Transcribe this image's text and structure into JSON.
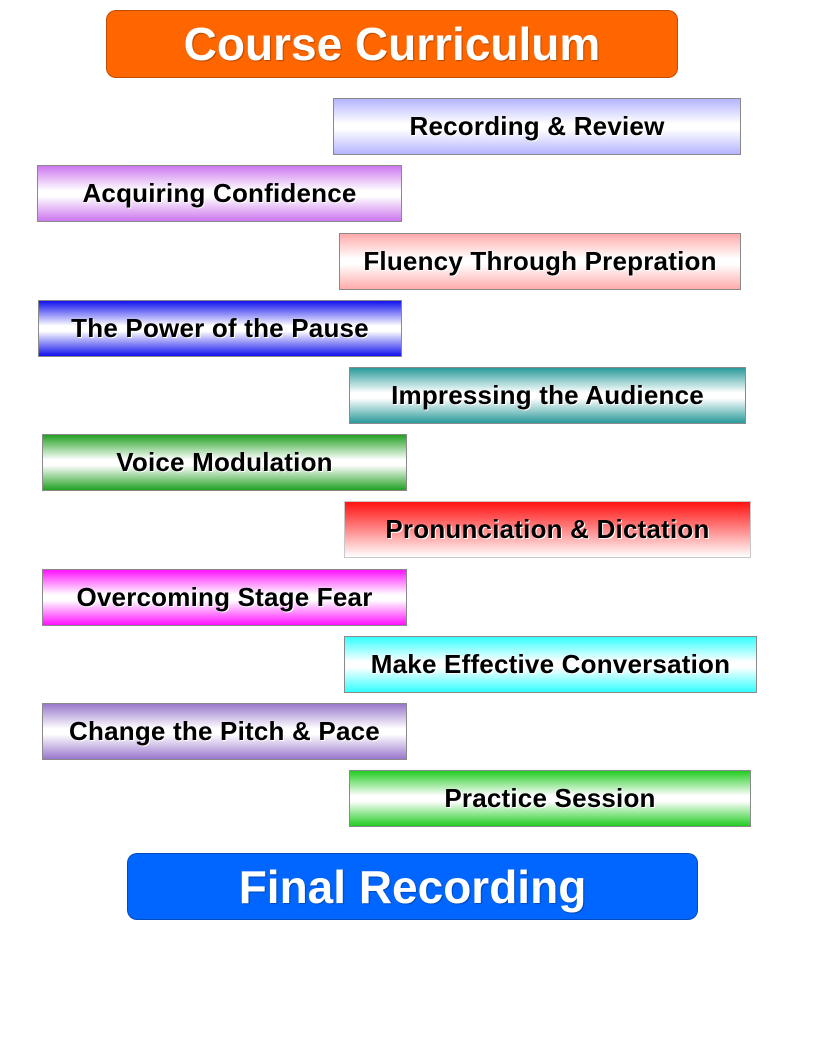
{
  "title": {
    "label": "Course Curriculum",
    "color": "#ff6600"
  },
  "final": {
    "label": "Final Recording",
    "color": "#0066ff"
  },
  "steps": [
    {
      "label": "Recording & Review",
      "color": "#b4b4ff",
      "style": "both"
    },
    {
      "label": "Acquiring Confidence",
      "color": "#cc77ee",
      "style": "both"
    },
    {
      "label": "Fluency Through Prepration",
      "color": "#ffaaaa",
      "style": "both"
    },
    {
      "label": "The Power of the Pause",
      "color": "#1010ee",
      "style": "both"
    },
    {
      "label": "Impressing the Audience",
      "color": "#2a9a9a",
      "style": "both"
    },
    {
      "label": "Voice Modulation",
      "color": "#22a022",
      "style": "both"
    },
    {
      "label": "Pronunciation & Dictation",
      "color": "#ff1111",
      "style": "top"
    },
    {
      "label": "Overcoming Stage Fear",
      "color": "#ff11ff",
      "style": "both"
    },
    {
      "label": "Make Effective Conversation",
      "color": "#33ffff",
      "style": "both"
    },
    {
      "label": "Change the Pitch & Pace",
      "color": "#9977cc",
      "style": "both"
    },
    {
      "label": "Practice Session",
      "color": "#22cc22",
      "style": "both"
    }
  ]
}
